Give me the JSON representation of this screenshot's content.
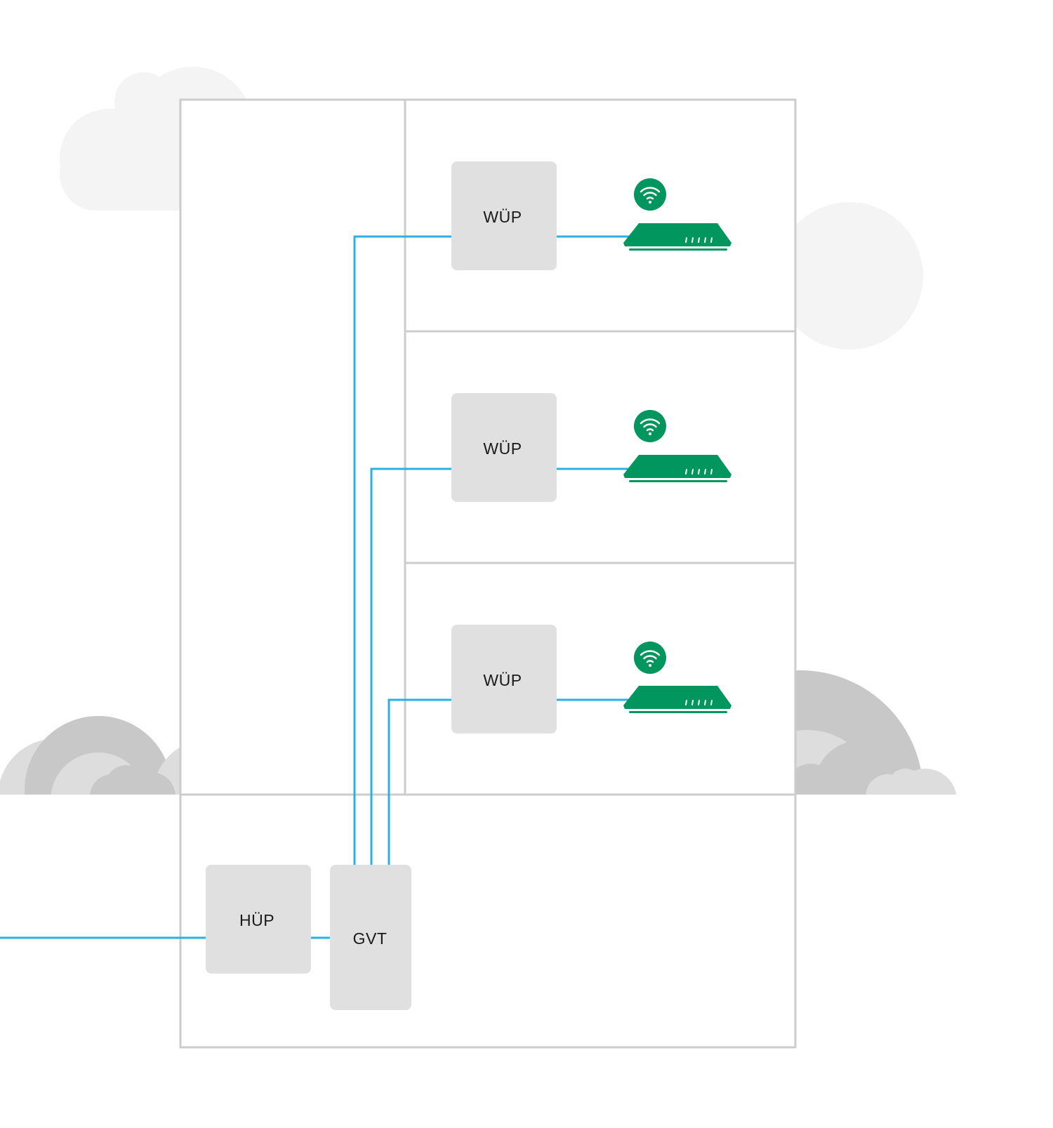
{
  "colors": {
    "background": "#ffffff",
    "building_line": "#cccccc",
    "box_fill": "#e0e0e0",
    "fiber_line": "#29b1e6",
    "router_green": "#00965e",
    "cloud_light": "#f4f4f4",
    "bush_dark": "#c8c8c8",
    "bush_light": "#dddddd"
  },
  "floors": [
    {
      "wup_label": "WÜP",
      "router_icon": "router-icon",
      "wifi_icon": "wifi-icon"
    },
    {
      "wup_label": "WÜP",
      "router_icon": "router-icon",
      "wifi_icon": "wifi-icon"
    },
    {
      "wup_label": "WÜP",
      "router_icon": "router-icon",
      "wifi_icon": "wifi-icon"
    }
  ],
  "basement": {
    "hup_label": "HÜP",
    "gvt_label": "GVT"
  }
}
